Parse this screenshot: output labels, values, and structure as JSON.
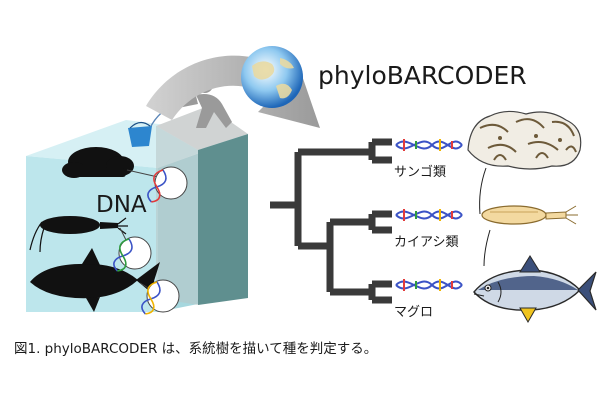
{
  "title": "phyloBARCODER",
  "dna_label": "DNA",
  "tips": [
    {
      "label": "サンゴ類"
    },
    {
      "label": "カイアシ類"
    },
    {
      "label": "マグロ"
    }
  ],
  "caption": "図1. phyloBARCODER は、系統樹を描いて種を判定する。",
  "colors": {
    "water": "#bde6ec",
    "wall": "#5f8f8f",
    "wall_top": "#cfd2d2",
    "tree": "#3a3a3a",
    "arrow": "#b4b4b4",
    "silhouette": "#111111",
    "dna_strand_a": "#3b53c6",
    "dna_rungs": [
      "#e23b3b",
      "#2e9b3f",
      "#f0b400",
      "#3b53c6"
    ]
  },
  "icons": [
    "globe-icon",
    "person-scooping-icon",
    "bucket-icon",
    "dna-icon",
    "coral-icon",
    "copepod-icon",
    "tuna-icon"
  ]
}
